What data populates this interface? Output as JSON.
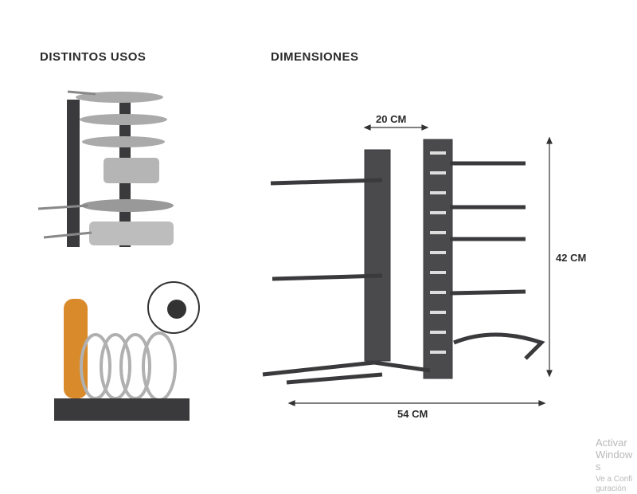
{
  "headings": {
    "uses": "DISTINTOS USOS",
    "dimensions": "DIMENSIONES"
  },
  "dimensions": {
    "depth": "20 CM",
    "height": "42 CM",
    "width": "54 CM"
  },
  "watermark": {
    "line1": "Activar Windows",
    "line2": "Ve a Configuración"
  },
  "colors": {
    "rack": "#3a3a3c",
    "pan": "#9a9a9a",
    "board": "#d98a2a"
  }
}
